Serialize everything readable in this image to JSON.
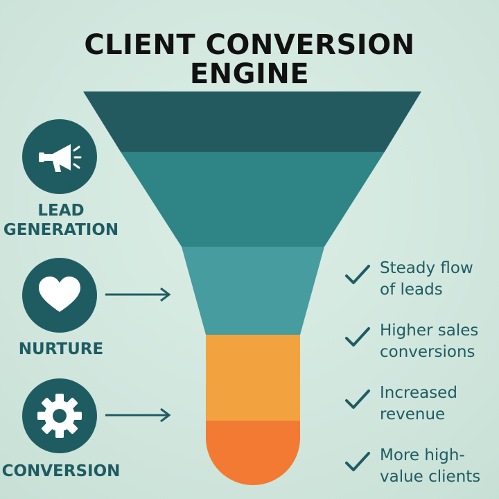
{
  "title": {
    "line1": "CLIENT CONVERSION",
    "line2": "ENGINE"
  },
  "stages": [
    {
      "line1": "LEAD",
      "line2": "GENERATION",
      "icon": "megaphone-icon"
    },
    {
      "line1": "NURTURE",
      "line2": "",
      "icon": "heart-icon"
    },
    {
      "line1": "CONVERSION",
      "line2": "",
      "icon": "gear-icon"
    }
  ],
  "benefits": [
    {
      "line1": "Steady flow",
      "line2": "of leads"
    },
    {
      "line1": "Higher sales",
      "line2": "conversions"
    },
    {
      "line1": "Increased",
      "line2": "revenue"
    },
    {
      "line1": "More high-",
      "line2": "value clients"
    }
  ],
  "colors": {
    "funnel_top": "#235a5f",
    "funnel_mid": "#2f8485",
    "funnel_low": "#469c9e",
    "tube_orange": "#f2a23e",
    "tube_dark_orange": "#f27a33",
    "icon_circle": "#1f5c62",
    "text_teal": "#1f5c62"
  }
}
